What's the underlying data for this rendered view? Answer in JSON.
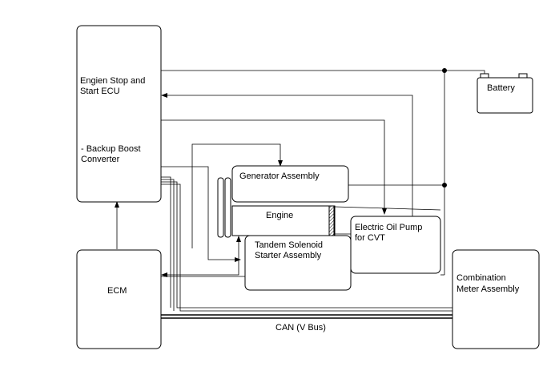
{
  "components": {
    "stop_start_ecu": {
      "line1": "Engien Stop and",
      "line2": "Start ECU",
      "sub1": "- Backup Boost",
      "sub2": "Converter"
    },
    "battery": {
      "label": "Battery"
    },
    "generator": {
      "label": "Generator Assembly"
    },
    "engine": {
      "label": "Engine"
    },
    "oil_pump": {
      "line1": "Electric Oil Pump",
      "line2": "for CVT"
    },
    "starter": {
      "line1": "Tandem Solenoid",
      "line2": "Starter Assembly"
    },
    "ecm": {
      "label": "ECM"
    },
    "meter": {
      "line1": "Combination",
      "line2": "Meter Assembly"
    }
  },
  "bus": {
    "label": "CAN (V Bus)"
  }
}
